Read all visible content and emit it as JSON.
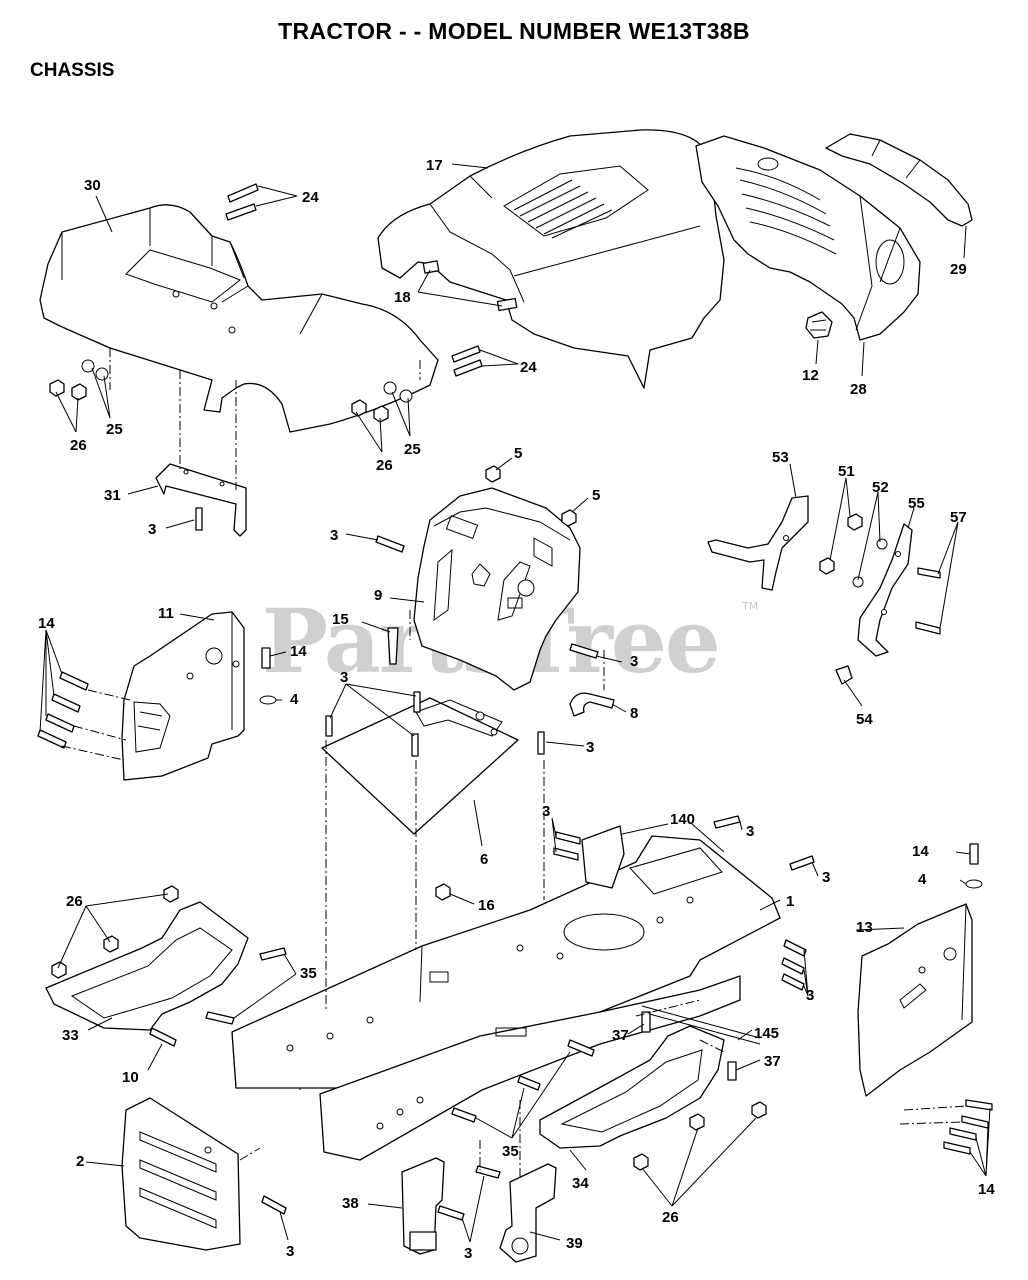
{
  "title": "TRACTOR - - MODEL NUMBER WE13T38B",
  "section": "CHASSIS",
  "watermark": "PartsTree",
  "watermark_tm": "TM",
  "callouts": [
    {
      "id": "c-24a",
      "label": "24"
    },
    {
      "id": "c-30",
      "label": "30"
    },
    {
      "id": "c-17",
      "label": "17"
    },
    {
      "id": "c-18",
      "label": "18"
    },
    {
      "id": "c-29",
      "label": "29"
    },
    {
      "id": "c-12",
      "label": "12"
    },
    {
      "id": "c-28",
      "label": "28"
    },
    {
      "id": "c-24b",
      "label": "24"
    },
    {
      "id": "c-25a",
      "label": "25"
    },
    {
      "id": "c-26a",
      "label": "26"
    },
    {
      "id": "c-25b",
      "label": "25"
    },
    {
      "id": "c-26b",
      "label": "26"
    },
    {
      "id": "c-31",
      "label": "31"
    },
    {
      "id": "c-3a",
      "label": "3"
    },
    {
      "id": "c-5a",
      "label": "5"
    },
    {
      "id": "c-5b",
      "label": "5"
    },
    {
      "id": "c-3b",
      "label": "3"
    },
    {
      "id": "c-9",
      "label": "9"
    },
    {
      "id": "c-53",
      "label": "53"
    },
    {
      "id": "c-51",
      "label": "51"
    },
    {
      "id": "c-52",
      "label": "52"
    },
    {
      "id": "c-55",
      "label": "55"
    },
    {
      "id": "c-57",
      "label": "57"
    },
    {
      "id": "c-11",
      "label": "11"
    },
    {
      "id": "c-14a",
      "label": "14"
    },
    {
      "id": "c-15",
      "label": "15"
    },
    {
      "id": "c-14b",
      "label": "14"
    },
    {
      "id": "c-3c",
      "label": "3"
    },
    {
      "id": "c-4a",
      "label": "4"
    },
    {
      "id": "c-3d",
      "label": "3"
    },
    {
      "id": "c-8",
      "label": "8"
    },
    {
      "id": "c-54",
      "label": "54"
    },
    {
      "id": "c-3e",
      "label": "3"
    },
    {
      "id": "c-6",
      "label": "6"
    },
    {
      "id": "c-3f",
      "label": "3"
    },
    {
      "id": "c-140",
      "label": "140"
    },
    {
      "id": "c-3g",
      "label": "3"
    },
    {
      "id": "c-3h",
      "label": "3"
    },
    {
      "id": "c-14c",
      "label": "14"
    },
    {
      "id": "c-4b",
      "label": "4"
    },
    {
      "id": "c-16",
      "label": "16"
    },
    {
      "id": "c-1",
      "label": "1"
    },
    {
      "id": "c-26c",
      "label": "26"
    },
    {
      "id": "c-13",
      "label": "13"
    },
    {
      "id": "c-35a",
      "label": "35"
    },
    {
      "id": "c-3i",
      "label": "3"
    },
    {
      "id": "c-37a",
      "label": "37"
    },
    {
      "id": "c-145",
      "label": "145"
    },
    {
      "id": "c-33",
      "label": "33"
    },
    {
      "id": "c-37b",
      "label": "37"
    },
    {
      "id": "c-10",
      "label": "10"
    },
    {
      "id": "c-35b",
      "label": "35"
    },
    {
      "id": "c-2",
      "label": "2"
    },
    {
      "id": "c-34",
      "label": "34"
    },
    {
      "id": "c-14d",
      "label": "14"
    },
    {
      "id": "c-26d",
      "label": "26"
    },
    {
      "id": "c-38",
      "label": "38"
    },
    {
      "id": "c-3j",
      "label": "3"
    },
    {
      "id": "c-39",
      "label": "39"
    },
    {
      "id": "c-3k",
      "label": "3"
    }
  ]
}
